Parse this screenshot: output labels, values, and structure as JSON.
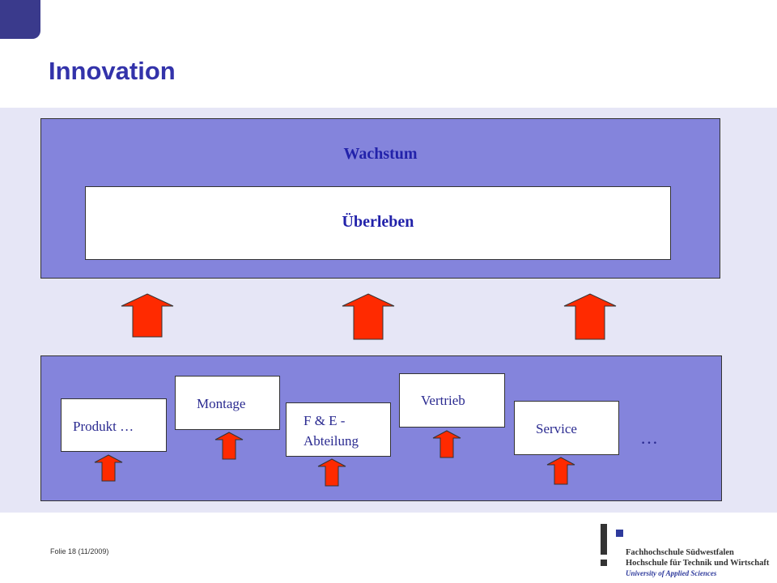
{
  "slide": {
    "title": "Innovation",
    "footer": "Folie 18 (11/2009)"
  },
  "top_box": {
    "outer_label": "Wachstum",
    "inner_label": "Überleben"
  },
  "departments": [
    {
      "label": "Produkt …"
    },
    {
      "label": "Montage"
    },
    {
      "label": "F & E -"
    },
    {
      "label": "Abteilung"
    },
    {
      "label": "Vertrieb"
    },
    {
      "label": "Service"
    }
  ],
  "ellipsis": "…",
  "logo": {
    "line1": "Fachhochschule Südwestfalen",
    "line2": "Hochschule für Technik und Wirtschaft",
    "line3": "University of Applied Sciences"
  },
  "colors": {
    "title": "#3333aa",
    "box_fill": "#8484dc",
    "arrow": "#ff2a00",
    "band": "#e6e6f6"
  }
}
